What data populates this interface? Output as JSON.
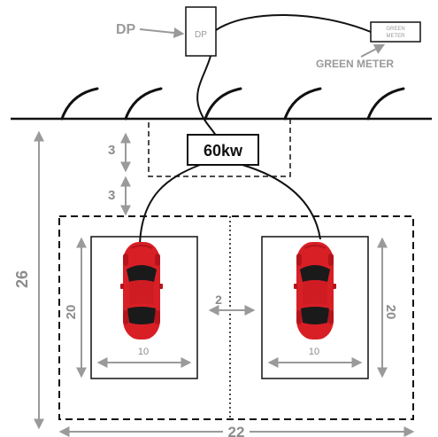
{
  "labels": {
    "dp_pointer": "DP",
    "dp_box": "DP",
    "green_meter_box_line1": "GREEN",
    "green_meter_box_line2": "METER",
    "green_meter_pointer": "GREEN METER",
    "charger": "60kw"
  },
  "dimensions": {
    "gap_upper": "3",
    "gap_lower": "3",
    "total_height": "26",
    "total_width": "22",
    "spot_left_length": "20",
    "spot_right_length": "20",
    "spot_left_width": "10",
    "spot_right_width": "10",
    "spot_separation": "2"
  },
  "colors": {
    "line": "#111111",
    "dimension": "#9a9a9a",
    "dimension_text": "#8c8c8c",
    "car_body": "#d81f26",
    "car_dark": "#b5141b",
    "car_glass": "#1a1a1a"
  },
  "icons": {
    "car": "red-car-top-view",
    "tree": "curved-plant-icon"
  }
}
